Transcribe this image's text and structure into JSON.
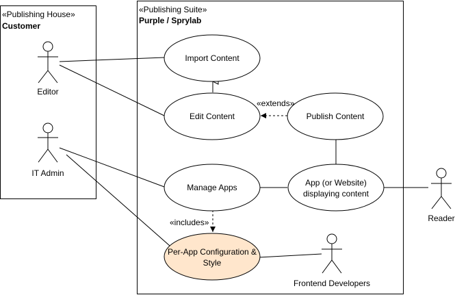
{
  "colors": {
    "highlight_fill": "#FFE6CC",
    "stroke": "#000000",
    "background": "#FFFFFF"
  },
  "boundaries": {
    "customer": {
      "stereotype": "«Publishing House»",
      "name": "Customer"
    },
    "suite": {
      "stereotype": "«Publishing Suite»",
      "name": "Purple / Sprylab"
    }
  },
  "actors": {
    "editor": "Editor",
    "it_admin": "IT Admin",
    "reader": "Reader",
    "frontend_developers": "Frontend Developers"
  },
  "use_cases": {
    "import_content": "Import Content",
    "edit_content": "Edit Content",
    "publish_content": "Publish Content",
    "manage_apps": "Manage Apps",
    "app_display": {
      "line1": "App (or Website)",
      "line2": "displaying content"
    },
    "per_app_config": {
      "line1": "Per-App Configuration &",
      "line2": "Style"
    }
  },
  "relations": {
    "extends": "«extends»",
    "includes": "«includes»"
  }
}
